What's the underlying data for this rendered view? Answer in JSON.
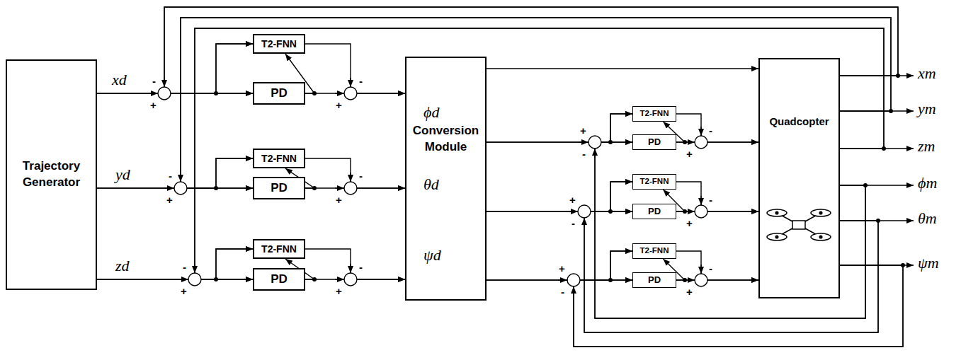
{
  "diagram": {
    "nodes": [
      {
        "text": [
          "Trajectory Generator"
        ]
      },
      {
        "text": [
          "T2-FNN"
        ]
      },
      {
        "text": [
          "PD"
        ]
      },
      {
        "text": [
          "T2-FNN"
        ]
      },
      {
        "text": [
          "PD"
        ]
      },
      {
        "text": [
          "T2-FNN"
        ]
      },
      {
        "text": [
          "PD"
        ]
      },
      {
        "text": [
          "Conversion Module"
        ]
      },
      {
        "text": [
          "T2-FNN"
        ]
      },
      {
        "text": [
          "PD"
        ]
      },
      {
        "text": [
          "T2-FNN"
        ]
      },
      {
        "text": [
          "PD"
        ]
      },
      {
        "text": [
          "T2-FNN"
        ]
      },
      {
        "text": [
          "PD"
        ]
      },
      {
        "text": [
          "Quadcopter"
        ]
      }
    ],
    "edges": [
      {
        "from": 0,
        "to": 2,
        "arrow": "to"
      },
      {
        "from": 0,
        "to": 1,
        "arrow": "to"
      },
      {
        "from": 2,
        "to": 1,
        "arrow": "to"
      },
      {
        "from": 2,
        "to": 7,
        "arrow": "to"
      },
      {
        "from": 1,
        "to": 7,
        "arrow": "to"
      },
      {
        "from": 14,
        "to": 2,
        "arrow": "to"
      },
      {
        "from": 14,
        "to": 1,
        "arrow": "to"
      },
      {
        "from": 0,
        "to": 4,
        "arrow": "to"
      },
      {
        "from": 0,
        "to": 3,
        "arrow": "to"
      },
      {
        "from": 4,
        "to": 3,
        "arrow": "to"
      },
      {
        "from": 4,
        "to": 7,
        "arrow": "to"
      },
      {
        "from": 3,
        "to": 7,
        "arrow": "to"
      },
      {
        "from": 14,
        "to": 4,
        "arrow": "to"
      },
      {
        "from": 14,
        "to": 3,
        "arrow": "to"
      },
      {
        "from": 0,
        "to": 6,
        "arrow": "to"
      },
      {
        "from": 0,
        "to": 5,
        "arrow": "to"
      },
      {
        "from": 6,
        "to": 5,
        "arrow": "to"
      },
      {
        "from": 6,
        "to": 7,
        "arrow": "to"
      },
      {
        "from": 5,
        "to": 7,
        "arrow": "to"
      },
      {
        "from": 14,
        "to": 6,
        "arrow": "to"
      },
      {
        "from": 14,
        "to": 5,
        "arrow": "to"
      },
      {
        "from": 7,
        "to": 14,
        "arrow": "to"
      },
      {
        "from": 7,
        "to": 9,
        "arrow": "to"
      },
      {
        "from": 7,
        "to": 8,
        "arrow": "to"
      },
      {
        "from": 9,
        "to": 8,
        "arrow": "to"
      },
      {
        "from": 9,
        "to": 14,
        "arrow": "to"
      },
      {
        "from": 8,
        "to": 14,
        "arrow": "to"
      },
      {
        "from": 14,
        "to": 9,
        "arrow": "to"
      },
      {
        "from": 14,
        "to": 8,
        "arrow": "to"
      },
      {
        "from": 7,
        "to": 11,
        "arrow": "to"
      },
      {
        "from": 7,
        "to": 10,
        "arrow": "to"
      },
      {
        "from": 11,
        "to": 10,
        "arrow": "to"
      },
      {
        "from": 11,
        "to": 14,
        "arrow": "to"
      },
      {
        "from": 10,
        "to": 14,
        "arrow": "to"
      },
      {
        "from": 14,
        "to": 11,
        "arrow": "to"
      },
      {
        "from": 14,
        "to": 10,
        "arrow": "to"
      },
      {
        "from": 7,
        "to": 13,
        "arrow": "to"
      },
      {
        "from": 7,
        "to": 12,
        "arrow": "to"
      },
      {
        "from": 13,
        "to": 12,
        "arrow": "to"
      },
      {
        "from": 13,
        "to": 14,
        "arrow": "to"
      },
      {
        "from": 12,
        "to": 14,
        "arrow": "to"
      },
      {
        "from": 14,
        "to": 13,
        "arrow": "to"
      },
      {
        "from": 14,
        "to": 12,
        "arrow": "to"
      }
    ],
    "labels": [
      "xd",
      "-",
      "+",
      "yd",
      "-",
      "+",
      "zd",
      "-",
      "+",
      "-",
      "+",
      "-",
      "+",
      "-",
      "+",
      "ϕd",
      "θd",
      "ψd",
      "+",
      "-",
      "+",
      "-",
      "+",
      "-",
      "-",
      "+",
      "-",
      "+",
      "-",
      "+",
      "xm",
      "ym",
      "zm",
      "ϕm",
      "θm",
      "ψm"
    ]
  }
}
